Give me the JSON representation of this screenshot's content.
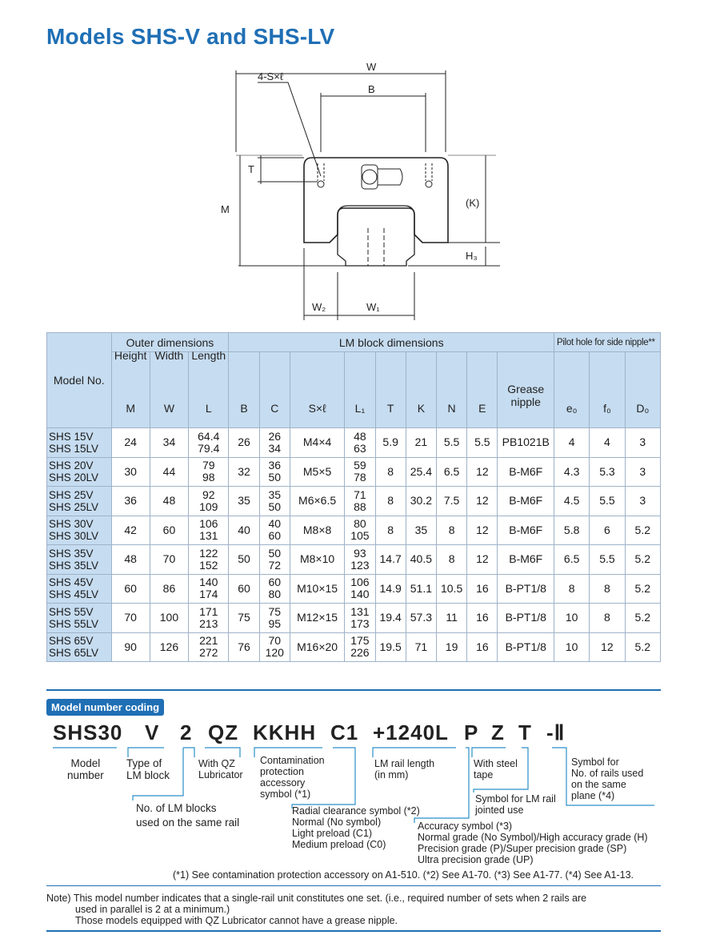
{
  "title": "Models SHS-V and SHS-LV",
  "drawing": {
    "labels": {
      "w": "W",
      "b": "B",
      "sxl": "4-S×ℓ",
      "t": "T",
      "m": "M",
      "k": "(K)",
      "h3": "H₃",
      "w2": "W₂",
      "w1": "W₁"
    }
  },
  "table": {
    "model_header": "Model No.",
    "group_outer": "Outer dimensions",
    "group_lm": "LM block dimensions",
    "group_pilot": "Pilot hole for side nipple**",
    "col_names": {
      "height": "Height",
      "width": "Width",
      "length": "Length",
      "grease": "Grease nipple"
    },
    "col_symbols": {
      "m": "M",
      "w": "W",
      "l": "L",
      "b": "B",
      "c": "C",
      "sxl": "S×ℓ",
      "l1": "L₁",
      "t": "T",
      "k": "K",
      "n": "N",
      "e": "E",
      "e0": "e₀",
      "f0": "f₀",
      "d0": "D₀"
    },
    "rows": [
      {
        "model": [
          "SHS 15V",
          "SHS 15LV"
        ],
        "M": "24",
        "W": "34",
        "L": [
          "64.4",
          "79.4"
        ],
        "B": "26",
        "C": [
          "26",
          "34"
        ],
        "S": "M4×4",
        "L1": [
          "48",
          "63"
        ],
        "T": "5.9",
        "K": "21",
        "N": "5.5",
        "E": "5.5",
        "G": "PB1021B",
        "e0": "4",
        "f0": "4",
        "D0": "3"
      },
      {
        "model": [
          "SHS 20V",
          "SHS 20LV"
        ],
        "M": "30",
        "W": "44",
        "L": [
          "79",
          "98"
        ],
        "B": "32",
        "C": [
          "36",
          "50"
        ],
        "S": "M5×5",
        "L1": [
          "59",
          "78"
        ],
        "T": "8",
        "K": "25.4",
        "N": "6.5",
        "E": "12",
        "G": "B-M6F",
        "e0": "4.3",
        "f0": "5.3",
        "D0": "3"
      },
      {
        "model": [
          "SHS 25V",
          "SHS 25LV"
        ],
        "M": "36",
        "W": "48",
        "L": [
          "92",
          "109"
        ],
        "B": "35",
        "C": [
          "35",
          "50"
        ],
        "S": "M6×6.5",
        "L1": [
          "71",
          "88"
        ],
        "T": "8",
        "K": "30.2",
        "N": "7.5",
        "E": "12",
        "G": "B-M6F",
        "e0": "4.5",
        "f0": "5.5",
        "D0": "3"
      },
      {
        "model": [
          "SHS 30V",
          "SHS 30LV"
        ],
        "M": "42",
        "W": "60",
        "L": [
          "106",
          "131"
        ],
        "B": "40",
        "C": [
          "40",
          "60"
        ],
        "S": "M8×8",
        "L1": [
          "80",
          "105"
        ],
        "T": "8",
        "K": "35",
        "N": "8",
        "E": "12",
        "G": "B-M6F",
        "e0": "5.8",
        "f0": "6",
        "D0": "5.2"
      },
      {
        "model": [
          "SHS 35V",
          "SHS 35LV"
        ],
        "M": "48",
        "W": "70",
        "L": [
          "122",
          "152"
        ],
        "B": "50",
        "C": [
          "50",
          "72"
        ],
        "S": "M8×10",
        "L1": [
          "93",
          "123"
        ],
        "T": "14.7",
        "K": "40.5",
        "N": "8",
        "E": "12",
        "G": "B-M6F",
        "e0": "6.5",
        "f0": "5.5",
        "D0": "5.2"
      },
      {
        "model": [
          "SHS 45V",
          "SHS 45LV"
        ],
        "M": "60",
        "W": "86",
        "L": [
          "140",
          "174"
        ],
        "B": "60",
        "C": [
          "60",
          "80"
        ],
        "S": "M10×15",
        "L1": [
          "106",
          "140"
        ],
        "T": "14.9",
        "K": "51.1",
        "N": "10.5",
        "E": "16",
        "G": "B-PT1/8",
        "e0": "8",
        "f0": "8",
        "D0": "5.2"
      },
      {
        "model": [
          "SHS 55V",
          "SHS 55LV"
        ],
        "M": "70",
        "W": "100",
        "L": [
          "171",
          "213"
        ],
        "B": "75",
        "C": [
          "75",
          "95"
        ],
        "S": "M12×15",
        "L1": [
          "131",
          "173"
        ],
        "T": "19.4",
        "K": "57.3",
        "N": "11",
        "E": "16",
        "G": "B-PT1/8",
        "e0": "10",
        "f0": "8",
        "D0": "5.2"
      },
      {
        "model": [
          "SHS 65V",
          "SHS 65LV"
        ],
        "M": "90",
        "W": "126",
        "L": [
          "221",
          "272"
        ],
        "B": "76",
        "C": [
          "70",
          "120"
        ],
        "S": "M16×20",
        "L1": [
          "175",
          "226"
        ],
        "T": "19.5",
        "K": "71",
        "N": "19",
        "E": "16",
        "G": "B-PT1/8",
        "e0": "10",
        "f0": "12",
        "D0": "5.2"
      }
    ]
  },
  "coding": {
    "badge": "Model number coding",
    "segments": [
      "SHS30",
      "V",
      "2",
      "QZ",
      "KKHH",
      "C1",
      "+1240L",
      "P",
      "Z",
      "T",
      "-Ⅱ"
    ],
    "annotations": {
      "model_number": [
        "Model",
        "number"
      ],
      "type": [
        "Type of",
        "LM block"
      ],
      "qz": [
        "With QZ",
        "Lubricator"
      ],
      "contamination": [
        "Contamination",
        "protection",
        "accessory",
        "symbol (*1)"
      ],
      "rail_length": [
        "LM rail length",
        "(in mm)"
      ],
      "steel_tape": [
        "With steel",
        "tape"
      ],
      "rails_used": [
        "Symbol for",
        "No. of rails used",
        "on the same",
        "plane (*4)"
      ],
      "num_blocks": [
        "No. of LM blocks",
        "used on the same rail"
      ],
      "radial": [
        "Radial clearance symbol (*2)",
        "Normal (No symbol)",
        "Light preload (C1)",
        "Medium preload (C0)"
      ],
      "jointed": [
        "Symbol for LM rail",
        "jointed use"
      ],
      "accuracy": [
        "Accuracy symbol (*3)",
        "Normal grade (No Symbol)/High accuracy grade (H)",
        "Precision grade (P)/Super precision grade (SP)",
        "Ultra precision grade (UP)"
      ]
    },
    "footnote": "(*1) See contamination protection accessory on A1-510. (*2) See A1-70. (*3) See A1-77. (*4) See A1-13.",
    "note": [
      "Note) This model number indicates that a single-rail unit constitutes one set. (i.e., required number of sets when 2 rails are",
      "used in parallel is 2 at a minimum.)",
      "Those models equipped with QZ Lubricator cannot have a grease nipple."
    ]
  },
  "colors": {
    "accent": "#1f6fb5",
    "header_bg": "#c6dcf0"
  }
}
